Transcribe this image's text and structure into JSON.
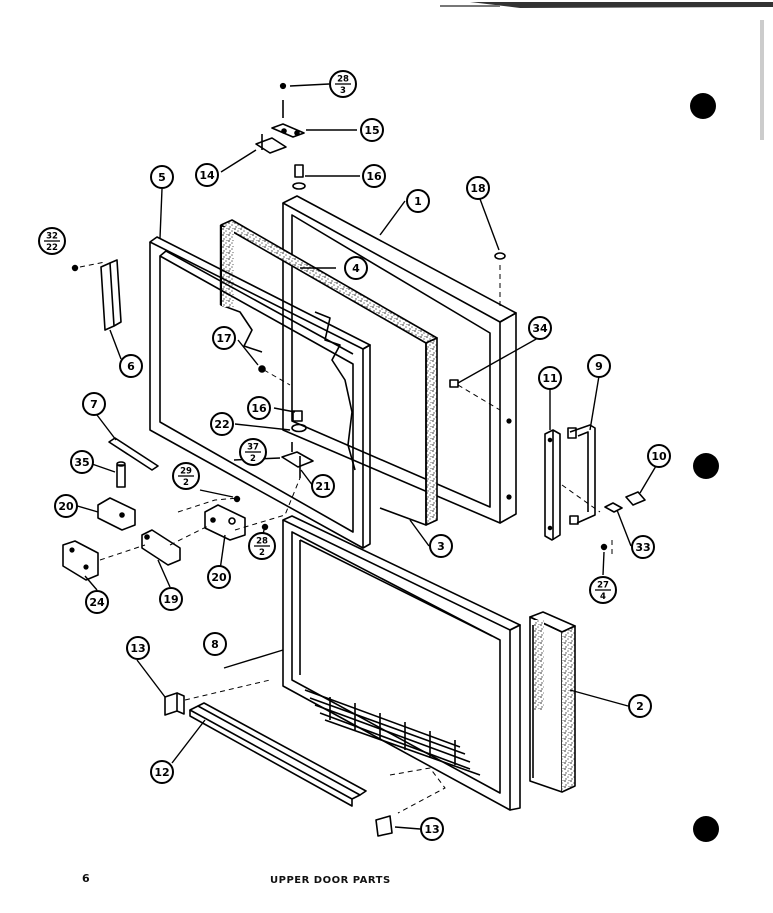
{
  "page": {
    "number": "6",
    "title": "UPPER DOOR PARTS"
  },
  "colors": {
    "ink": "#000000",
    "paper": "#ffffff",
    "stipple": "#6f6f6f"
  },
  "callouts": [
    {
      "id": "c1",
      "label": "1"
    },
    {
      "id": "c2",
      "label": "2"
    },
    {
      "id": "c3",
      "label": "3"
    },
    {
      "id": "c4",
      "label": "4"
    },
    {
      "id": "c5",
      "label": "5"
    },
    {
      "id": "c6",
      "label": "6"
    },
    {
      "id": "c7",
      "label": "7"
    },
    {
      "id": "c8",
      "label": "8"
    },
    {
      "id": "c9",
      "label": "9"
    },
    {
      "id": "c10",
      "label": "10"
    },
    {
      "id": "c11",
      "label": "11"
    },
    {
      "id": "c12",
      "label": "12"
    },
    {
      "id": "c13a",
      "label": "13"
    },
    {
      "id": "c13b",
      "label": "13"
    },
    {
      "id": "c14",
      "label": "14"
    },
    {
      "id": "c15",
      "label": "15"
    },
    {
      "id": "c16a",
      "label": "16"
    },
    {
      "id": "c16b",
      "label": "16"
    },
    {
      "id": "c17",
      "label": "17"
    },
    {
      "id": "c18",
      "label": "18"
    },
    {
      "id": "c19",
      "label": "19"
    },
    {
      "id": "c20a",
      "label": "20"
    },
    {
      "id": "c20b",
      "label": "20"
    },
    {
      "id": "c21",
      "label": "21"
    },
    {
      "id": "c22",
      "label": "22"
    },
    {
      "id": "c24",
      "label": "24"
    },
    {
      "id": "c33",
      "label": "33"
    },
    {
      "id": "c34",
      "label": "34"
    },
    {
      "id": "c35",
      "label": "35"
    }
  ],
  "fractions": [
    {
      "id": "f28_3",
      "num": "28",
      "den": "3"
    },
    {
      "id": "f32_22",
      "num": "32",
      "den": "22"
    },
    {
      "id": "f37_2",
      "num": "37",
      "den": "2"
    },
    {
      "id": "f29_2",
      "num": "29",
      "den": "2"
    },
    {
      "id": "f28_2",
      "num": "28",
      "den": "2"
    },
    {
      "id": "f27_4",
      "num": "27",
      "den": "4"
    }
  ]
}
